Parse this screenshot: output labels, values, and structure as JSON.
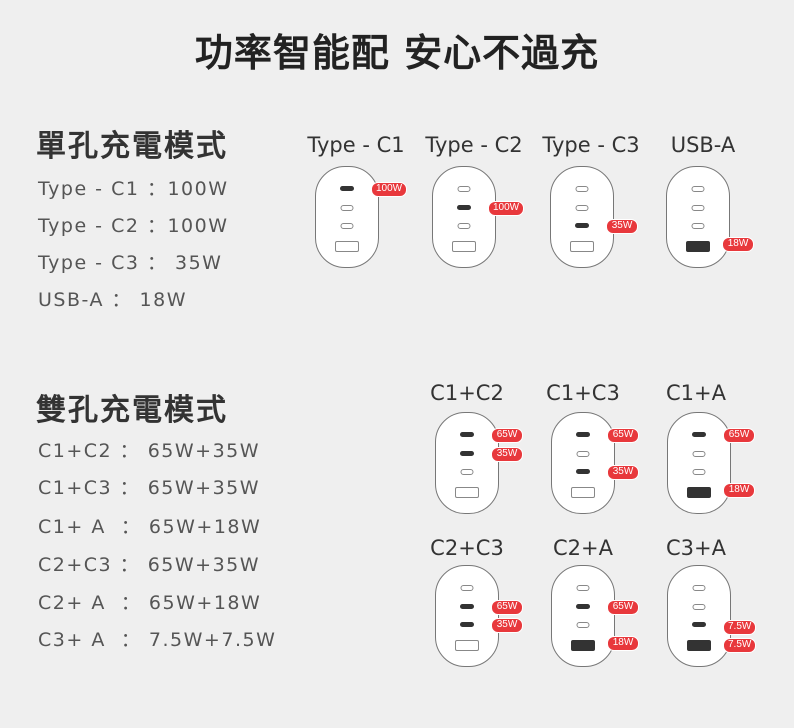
{
  "title": "功率智能配 安心不過充",
  "single": {
    "heading": "單孔充電模式",
    "specs": [
      "Type - C1 ：100W",
      "Type - C2 ：100W",
      "Type - C3 ： 35W",
      "USB-A ： 18W"
    ],
    "labels": [
      "Type - C1",
      "Type - C2",
      "Type - C3",
      "USB-A"
    ],
    "badges": [
      "100W",
      "100W",
      "35W",
      "18W"
    ]
  },
  "dual": {
    "heading": "雙孔充電模式",
    "specs": [
      "C1+C2 ： 65W+35W",
      "C1+C3 ： 65W+35W",
      "C1+ A  ： 65W+18W",
      "C2+C3 ： 65W+35W",
      "C2+ A  ： 65W+18W",
      "C3+ A  ： 7.5W+7.5W"
    ],
    "labels": [
      "C1+C2",
      "C1+C3",
      "C1+A",
      "C2+C3",
      "C2+A",
      "C3+A"
    ],
    "badges": [
      [
        "65W",
        "35W"
      ],
      [
        "65W",
        "35W"
      ],
      [
        "65W",
        "18W"
      ],
      [
        "65W",
        "35W"
      ],
      [
        "65W",
        "18W"
      ],
      [
        "7.5W",
        "7.5W"
      ]
    ]
  },
  "port_names": [
    "Type-C1",
    "Type-C2",
    "Type-C3",
    "USB-A"
  ]
}
